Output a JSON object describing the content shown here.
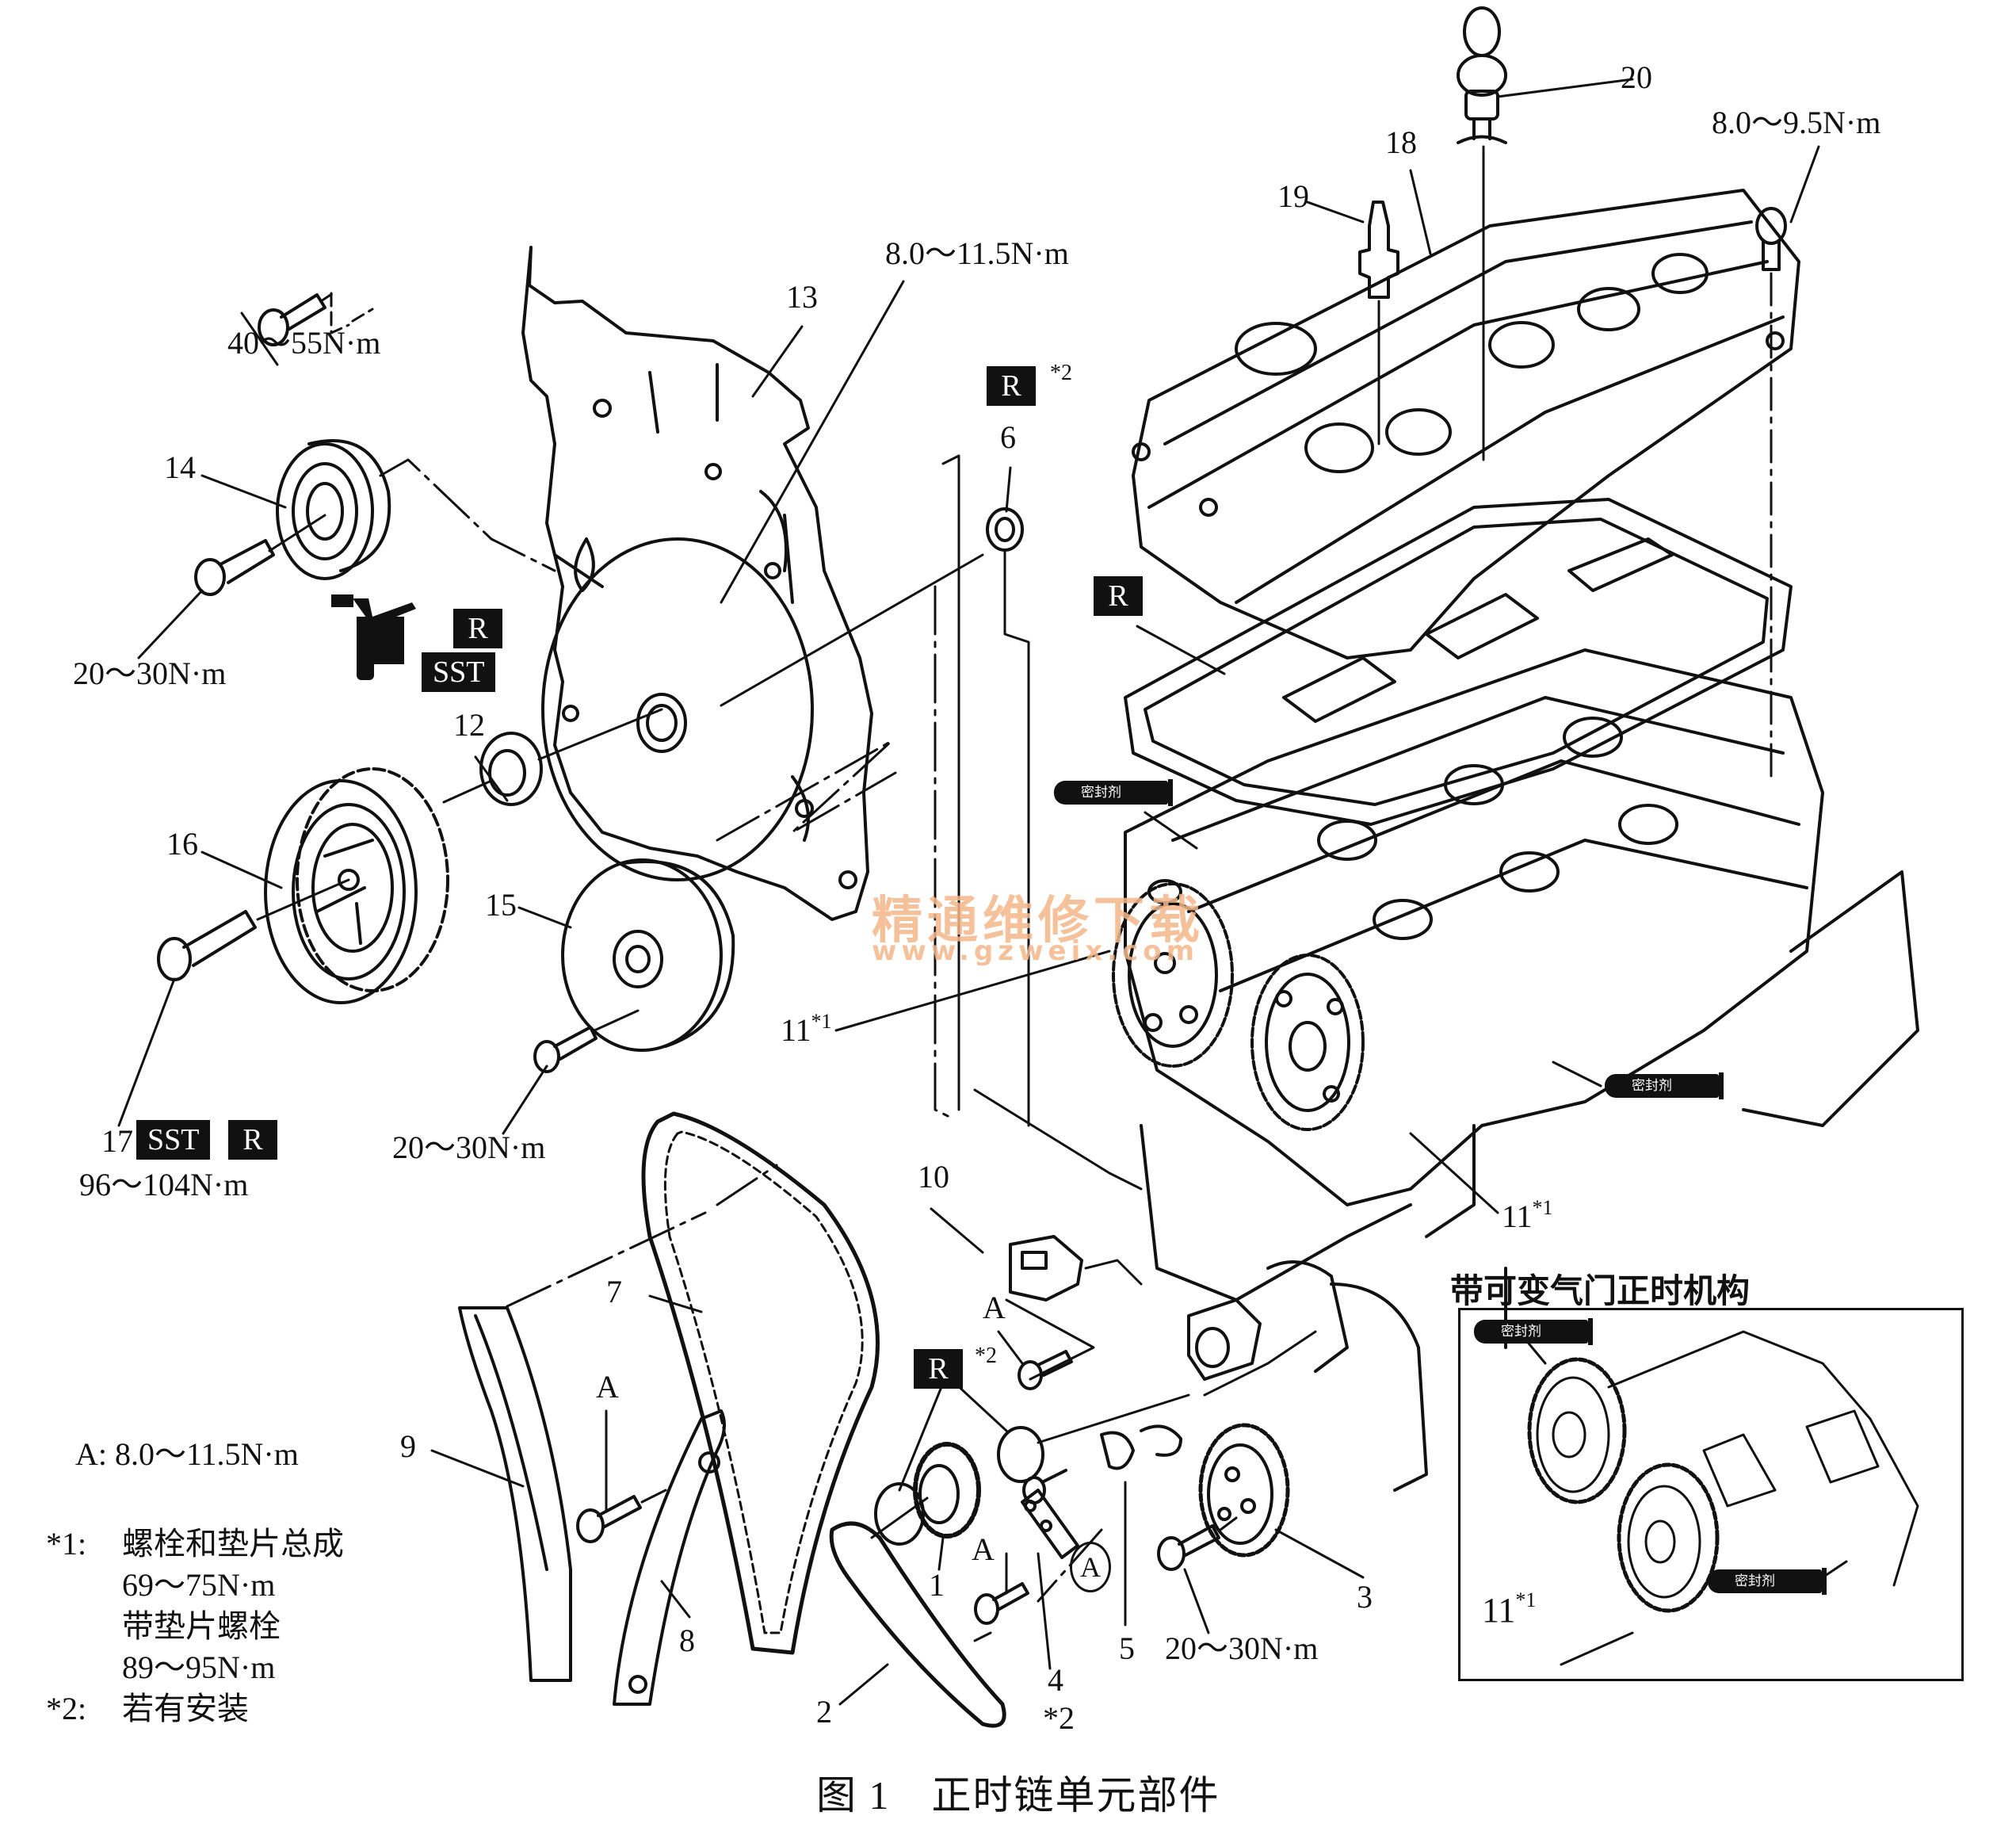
{
  "figure": {
    "caption": "图 1　正时链单元部件",
    "inset_title": "带可变气门正时机构",
    "watermark_cn": "精通维修下载",
    "watermark_url": "www.gzweix.com",
    "watermark_color": "#f4b78a"
  },
  "part_labels": {
    "p1": "1",
    "p2": "2",
    "p3": "3",
    "p4": "4",
    "p5": "5",
    "p6": "6",
    "p7": "7",
    "p8": "8",
    "p9": "9",
    "p10": "10",
    "p11": "11",
    "p11_sup": "*1",
    "p12": "12",
    "p13": "13",
    "p14": "14",
    "p15": "15",
    "p16": "16",
    "p17": "17",
    "p18": "18",
    "p19": "19",
    "p20": "20",
    "p4_note": "*2"
  },
  "torques": {
    "t_8_9_5": "8.0～9.5N·m",
    "t_8_11_5": "8.0～11.5N·m",
    "t_40_55": "40～55N·m",
    "t_20_30": "20～30N·m",
    "t_96_104": "96～104N·m"
  },
  "tags": {
    "replace": "R",
    "sst": "SST",
    "star2": "*2",
    "bolt_a": "A",
    "sealant": "密封剂"
  },
  "notes": {
    "a_spec": "A: 8.0～11.5N·m",
    "n1_key": "*1:",
    "n1_line1": "螺栓和垫片总成",
    "n1_line2": "69～75N·m",
    "n1_line3": "带垫片螺栓",
    "n1_line4": "89～95N·m",
    "n2_key": "*2:",
    "n2_line1": "若有安装"
  }
}
